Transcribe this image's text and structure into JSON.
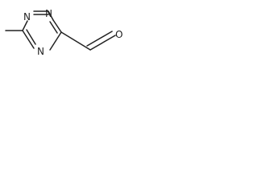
{
  "molecule": {
    "atoms": {
      "n1": "N",
      "n2": "N",
      "n4": "N",
      "o": "O"
    },
    "colors": {
      "bond": "#222222",
      "label": "#222222",
      "background": "#ffffff"
    }
  }
}
